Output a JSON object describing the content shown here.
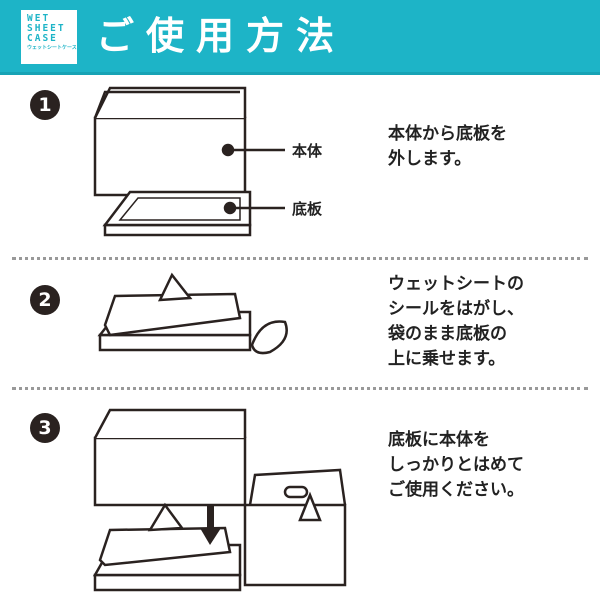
{
  "header": {
    "logo_line1": "WET",
    "logo_line2": "SHEET",
    "logo_line3": "CASE",
    "logo_sub": "ウェットシートケース",
    "title": "ご使用方法",
    "color": "#1db4c7"
  },
  "steps": [
    {
      "number": "1",
      "labels": {
        "body": "本体",
        "base": "底板"
      },
      "lines": [
        "本体から底板を",
        "外します。"
      ]
    },
    {
      "number": "2",
      "lines": [
        "ウェットシートの",
        "シールをはがし、",
        "袋のまま底板の",
        "上に乗せます。"
      ]
    },
    {
      "number": "3",
      "lines": [
        "底板に本体を",
        "しっかりとはめて",
        "ご使用ください。"
      ]
    }
  ]
}
